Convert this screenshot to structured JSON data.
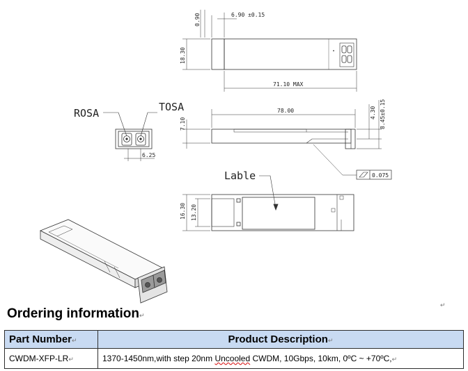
{
  "drawing": {
    "top_view": {
      "dim_width": "6.90 ±0.15",
      "dim_height": "18.30",
      "dim_gap": "0.90",
      "dim_length": "71.10 MAX"
    },
    "side_view": {
      "dim_body": "78.00",
      "dim_height": "7.10",
      "dim_right_a": "4.30",
      "dim_right_b": "8.45±0.15",
      "flatness": "0.075"
    },
    "front_view": {
      "rosa_label": "ROSA",
      "tosa_label": "TOSA",
      "dim_pitch": "6.25"
    },
    "bottom_view": {
      "label_text": "Lable",
      "dim_outer": "16.30",
      "dim_inner": "13.20"
    }
  },
  "section": {
    "title": "Ordering information",
    "mark": "↵"
  },
  "table": {
    "headers": [
      "Part Number",
      "Product Description"
    ],
    "header_marks": [
      "↵",
      "↵"
    ],
    "row": {
      "part_number": "CWDM-XFP-LR",
      "part_mark": "↵",
      "desc_pre": "1370-1450nm,with step 20nm ",
      "desc_squig": "Uncooled",
      "desc_post": " CWDM, 10Gbps, 10km, 0ºC ~ +70ºC,",
      "desc_mark": "↵"
    }
  },
  "corner_mark": "↵"
}
